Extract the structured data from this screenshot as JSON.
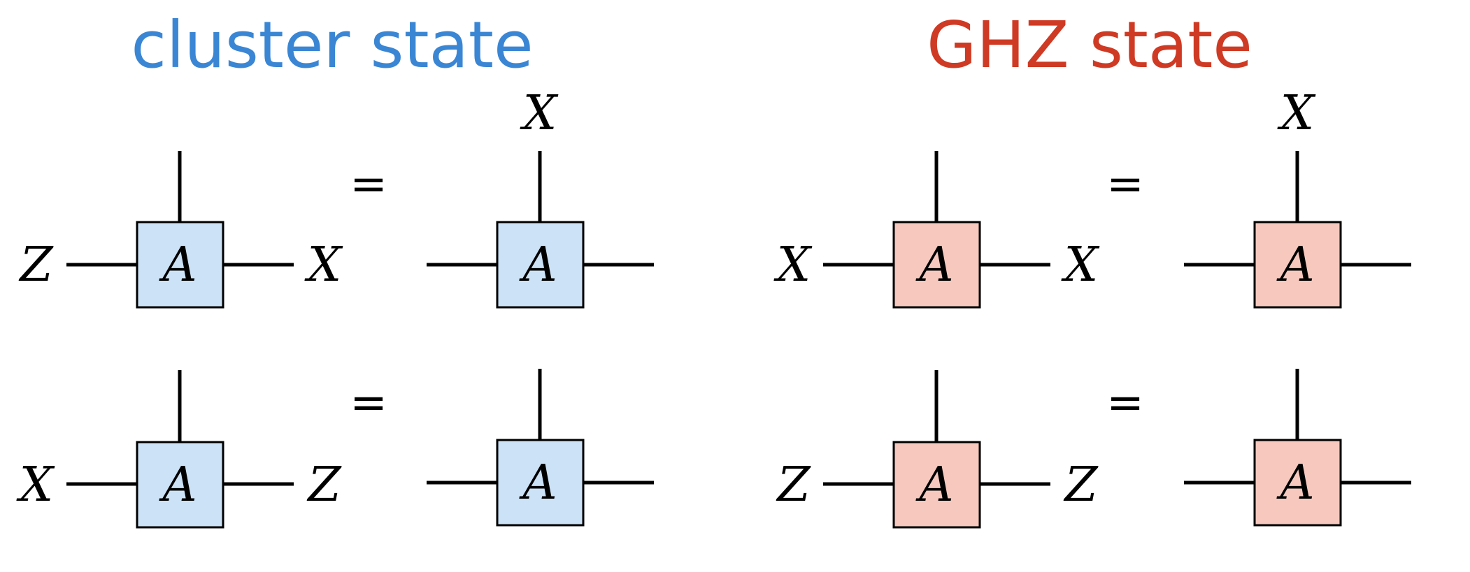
{
  "colors": {
    "cluster_title": "#3a86d4",
    "ghz_title": "#cf3a24",
    "cluster_tensor_fill": "#cce2f6",
    "ghz_tensor_fill": "#f6c8be"
  },
  "cluster": {
    "title": "cluster state",
    "tensor_label": "A",
    "equals": "=",
    "row1": {
      "left_op": "Z",
      "right_op": "X",
      "result_top_op": "X"
    },
    "row2": {
      "left_op": "X",
      "right_op": "Z"
    }
  },
  "ghz": {
    "title": "GHZ state",
    "tensor_label": "A",
    "equals": "=",
    "row1": {
      "left_op": "X",
      "right_op": "X",
      "result_top_op": "X"
    },
    "row2": {
      "left_op": "Z",
      "right_op": "Z"
    }
  }
}
